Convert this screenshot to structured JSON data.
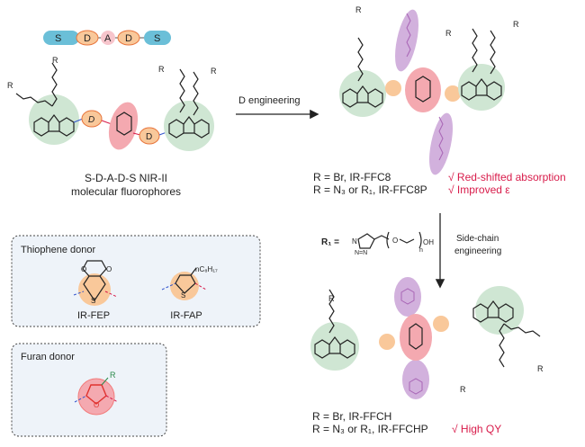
{
  "schematic": {
    "blocks": [
      "S",
      "D",
      "A",
      "D",
      "S"
    ],
    "colors": {
      "S": "#6bbfd8",
      "D": "#f9c89a",
      "A": "#f7c5cc",
      "D_border": "#e8743b"
    }
  },
  "left_molecule": {
    "r_label": "R",
    "donor_label": "D",
    "caption_line1": "S-D-A-D-S NIR-II",
    "caption_line2": "molecular fluorophores"
  },
  "arrow_d_engineering": {
    "label": "D engineering"
  },
  "ffc8": {
    "line1": "R = Br, IR-FFC8",
    "line2": "R = N₃ or R₁, IR-FFC8P",
    "benefit1": "√ Red-shifted absorption",
    "benefit2": "√ Improved ε"
  },
  "r1_definition": {
    "label": "R₁ =",
    "oh": "OH",
    "o": "O",
    "n": "n",
    "n_atom": "N",
    "nn": "N=N"
  },
  "arrow_side_chain": {
    "line1": "Side-chain",
    "line2": "engineering"
  },
  "ffch": {
    "line1": "R = Br, IR-FFCH",
    "line2": "R = N₃ or R₁, IR-FFCHP",
    "benefit": "√ High QY"
  },
  "thiophene_box": {
    "title": "Thiophene donor",
    "items": [
      {
        "label": "IR-FEP"
      },
      {
        "label": "IR-FAP",
        "substituent": "nC₈H₁₇"
      }
    ],
    "s_atom": "S",
    "o_atom": "O"
  },
  "furan_box": {
    "title": "Furan donor",
    "r_label": "R",
    "o_atom": "O"
  },
  "colors": {
    "green_highlight": "#cfe6d3",
    "red_highlight": "#f4a9b0",
    "purple_highlight": "#d2b1dd",
    "accent_red": "#d81b4a",
    "box_bg": "#eef3f9"
  }
}
